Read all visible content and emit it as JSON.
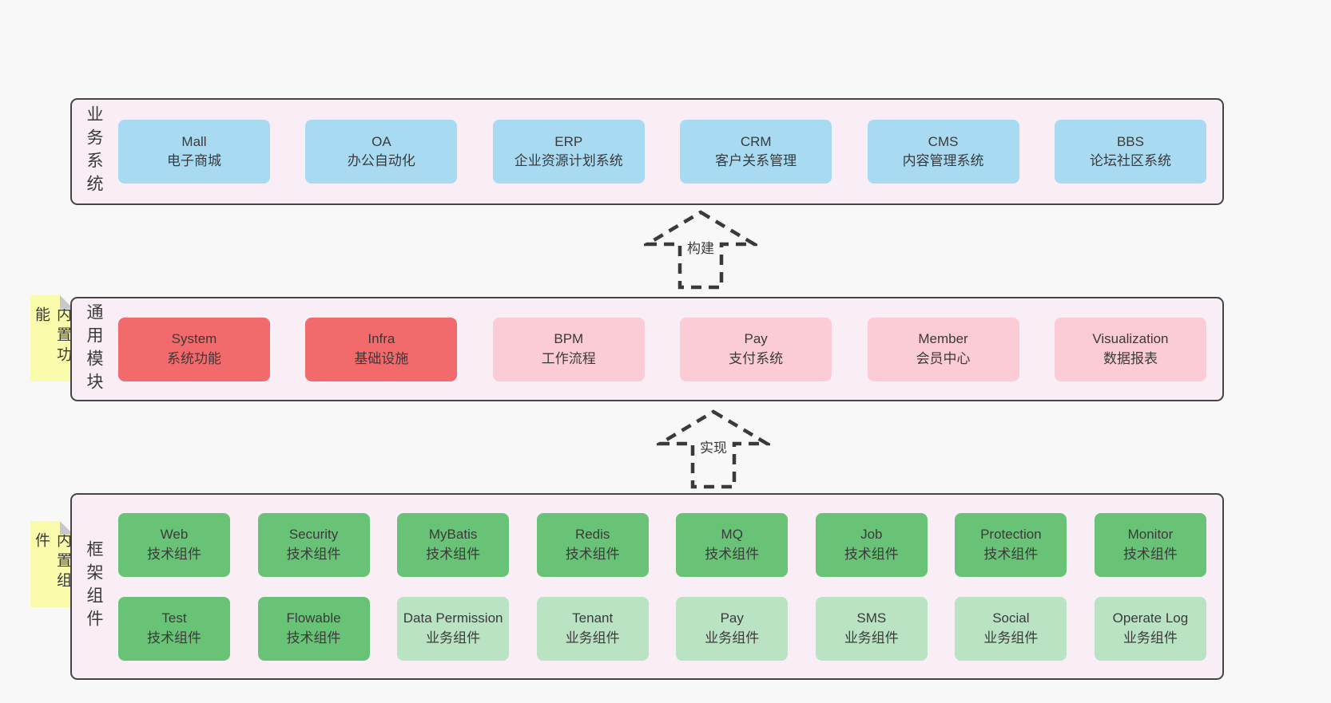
{
  "colors": {
    "page_bg": "#f8f8f8",
    "layer_bg": "#f9edf6",
    "layer_border": "#454545",
    "blue": "#a8daf2",
    "red": "#f26a6c",
    "pink": "#fbccd5",
    "green": "#69c377",
    "green_light": "#bae3c4",
    "yellow": "#fbfcab",
    "fold": "#c8c8cc",
    "text": "#3d3d3d"
  },
  "arrows": [
    {
      "label": "构建"
    },
    {
      "label": "实现"
    }
  ],
  "layers": [
    {
      "label": "业务系统",
      "tag": null,
      "rows": [
        [
          {
            "name": "Mall",
            "desc": "电子商城",
            "variant": "blue"
          },
          {
            "name": "OA",
            "desc": "办公自动化",
            "variant": "blue"
          },
          {
            "name": "ERP",
            "desc": "企业资源计划系统",
            "variant": "blue"
          },
          {
            "name": "CRM",
            "desc": "客户关系管理",
            "variant": "blue"
          },
          {
            "name": "CMS",
            "desc": "内容管理系统",
            "variant": "blue"
          },
          {
            "name": "BBS",
            "desc": "论坛社区系统",
            "variant": "blue"
          }
        ]
      ]
    },
    {
      "label": "通用模块",
      "tag": "内置功能",
      "rows": [
        [
          {
            "name": "System",
            "desc": "系统功能",
            "variant": "red"
          },
          {
            "name": "Infra",
            "desc": "基础设施",
            "variant": "red"
          },
          {
            "name": "BPM",
            "desc": "工作流程",
            "variant": "pink"
          },
          {
            "name": "Pay",
            "desc": "支付系统",
            "variant": "pink"
          },
          {
            "name": "Member",
            "desc": "会员中心",
            "variant": "pink"
          },
          {
            "name": "Visualization",
            "desc": "数据报表",
            "variant": "pink"
          }
        ]
      ]
    },
    {
      "label": "框架组件",
      "tag": "内置组件",
      "rows": [
        [
          {
            "name": "Web",
            "desc": "技术组件",
            "variant": "green"
          },
          {
            "name": "Security",
            "desc": "技术组件",
            "variant": "green"
          },
          {
            "name": "MyBatis",
            "desc": "技术组件",
            "variant": "green"
          },
          {
            "name": "Redis",
            "desc": "技术组件",
            "variant": "green"
          },
          {
            "name": "MQ",
            "desc": "技术组件",
            "variant": "green"
          },
          {
            "name": "Job",
            "desc": "技术组件",
            "variant": "green"
          },
          {
            "name": "Protection",
            "desc": "技术组件",
            "variant": "green"
          },
          {
            "name": "Monitor",
            "desc": "技术组件",
            "variant": "green"
          }
        ],
        [
          {
            "name": "Test",
            "desc": "技术组件",
            "variant": "green"
          },
          {
            "name": "Flowable",
            "desc": "技术组件",
            "variant": "green"
          },
          {
            "name": "Data Permission",
            "desc": "业务组件",
            "variant": "green_light"
          },
          {
            "name": "Tenant",
            "desc": "业务组件",
            "variant": "green_light"
          },
          {
            "name": "Pay",
            "desc": "业务组件",
            "variant": "green_light"
          },
          {
            "name": "SMS",
            "desc": "业务组件",
            "variant": "green_light"
          },
          {
            "name": "Social",
            "desc": "业务组件",
            "variant": "green_light"
          },
          {
            "name": "Operate Log",
            "desc": "业务组件",
            "variant": "green_light"
          }
        ]
      ]
    }
  ]
}
